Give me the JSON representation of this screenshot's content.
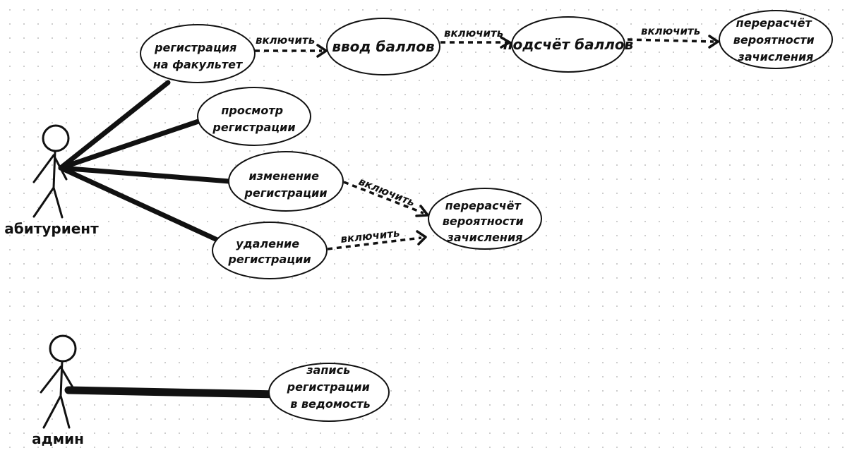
{
  "actors": {
    "applicant": {
      "name": "абитуриент"
    },
    "admin": {
      "name": "админ"
    }
  },
  "use_cases": {
    "register_faculty": [
      "регистрация",
      "на факультет"
    ],
    "enter_scores": [
      "ввод баллов"
    ],
    "count_scores": [
      "подсчёт баллов"
    ],
    "recalc_top": [
      "перерасчёт",
      "вероятности",
      "зачисления"
    ],
    "view_registration": [
      "просмотр",
      "регистрации"
    ],
    "edit_registration": [
      "изменение",
      "регистрации"
    ],
    "delete_registration": [
      "удаление",
      "регистрации"
    ],
    "recalc_mid": [
      "перерасчёт",
      "вероятности",
      "зачисления"
    ],
    "record_registration": [
      "запись",
      "регистрации",
      "в ведомость"
    ]
  },
  "relations": {
    "include_label": "включить"
  }
}
